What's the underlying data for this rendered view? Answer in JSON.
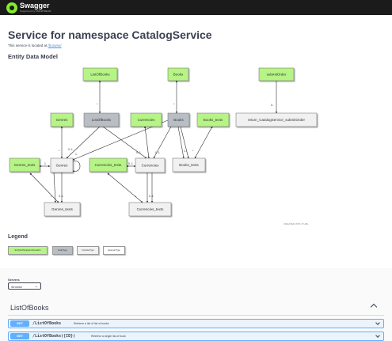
{
  "topbar": {
    "brand": "Swagger",
    "brand_sub": "Supported by SMARTBEAR"
  },
  "info": {
    "title": "Service for namespace CatalogService",
    "located_prefix": "This service is located at",
    "located_link": "/browse/",
    "edm_title": "Entity Data Model"
  },
  "diagram": {
    "nodes": {
      "listofbooks_top": "ListOfBooks",
      "books_top": "Books",
      "submitorder": "submitOrder",
      "genres_a": "Genres",
      "listofbooks": "ListOfBooks",
      "currencies_a": "Currencies",
      "books": "Books",
      "books_texts_a": "Books_texts",
      "return_submit": "return_CatalogService_submitOrder",
      "genres_texts_a": "Genres_texts",
      "genres": "Genres",
      "currencies_texts_a": "Currencies_texts",
      "currencies": "Currencies",
      "books_texts": "Books_texts",
      "genres_texts": "Genres_texts",
      "currencies_texts": "Currencies_texts"
    },
    "multiplicities": {
      "star": "*",
      "zero_one": "0..1",
      "zero_dots": "0..",
      "one_dots": "1..",
      "one": "1",
      "zero_one_short": "0..1"
    },
    "credit": "CREATED WITH YUML"
  },
  "legend": {
    "title": "Legend",
    "items": [
      "EntitySet/Singleton/Operation",
      "EntityType",
      "ComplexType",
      "External Type"
    ]
  },
  "servers": {
    "label": "Servers",
    "selected": "/browse"
  },
  "tag": {
    "title": "ListOfBooks"
  },
  "operations": [
    {
      "method": "GET",
      "path": "/ListOfBooks",
      "summary": "Retrieve a list of list of books"
    },
    {
      "method": "GET",
      "path": "/ListOfBooks({ID})",
      "summary": "Retrieve a single list of book"
    }
  ],
  "colors": {
    "entity_set": "#b6f486",
    "entity_type": "#b9bec4",
    "complex_type": "#f1f1f1",
    "get_method": "#61affe",
    "topbar": "#1b1b1b"
  }
}
